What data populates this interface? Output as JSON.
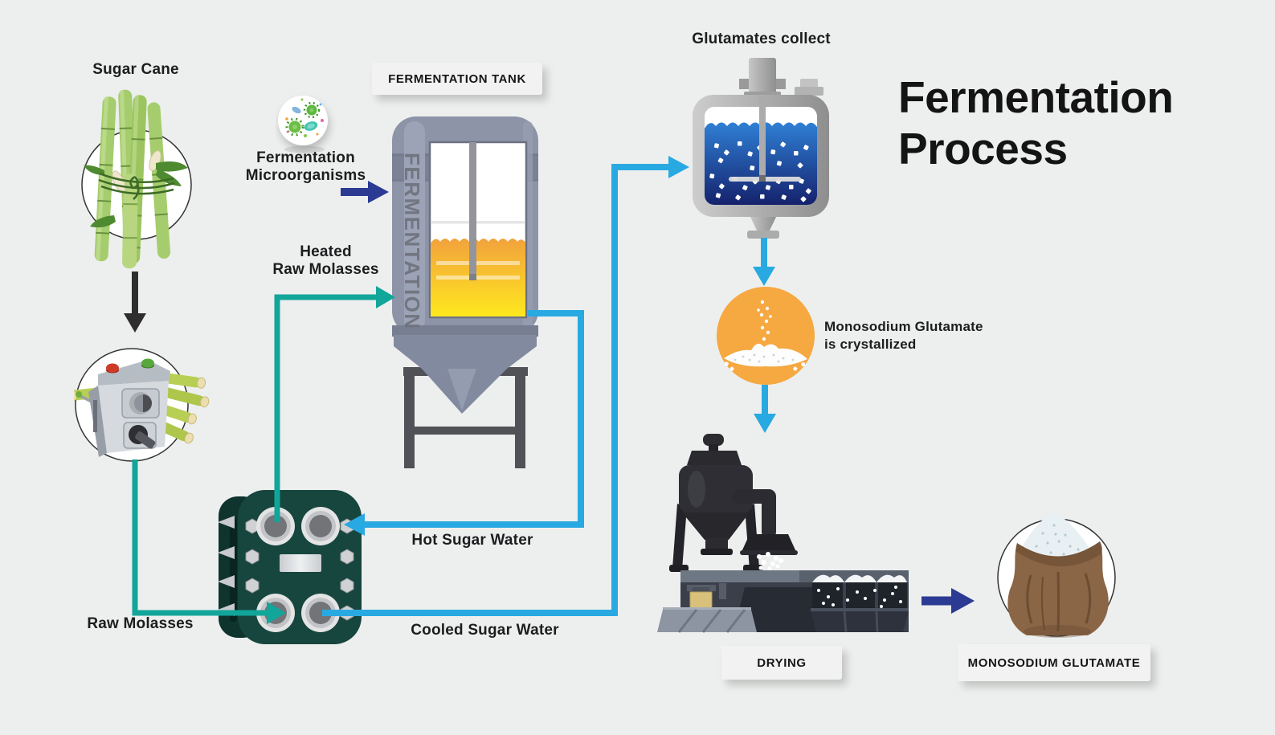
{
  "title": "Fermentation Process",
  "badges": {
    "fermentation_tank": "FERMENTATION TANK",
    "drying": "DRYING",
    "monosodium_glutamate": "MONOSODIUM GLUTAMATE"
  },
  "labels": {
    "sugar_cane": "Sugar Cane",
    "microorganisms_line1": "Fermentation",
    "microorganisms_line2": "Microorganisms",
    "glutamates_collect": "Glutamates collect",
    "heated_line1": "Heated",
    "heated_line2": "Raw Molasses",
    "hot_sugar_water": "Hot Sugar Water",
    "cooled_sugar_water": "Cooled Sugar Water",
    "raw_molasses": "Raw Molasses",
    "crystallized_line1": "Monosodium Glutamate",
    "crystallized_line2": "is crystallized",
    "tank_watermark": "FERMENTATION"
  },
  "colors": {
    "background": "#edefee",
    "text": "#1d1d1f",
    "flow_cyan": "#29a9e1",
    "flow_teal": "#12a59a",
    "flow_navy": "#2b3a92",
    "flow_black": "#2e2e2e",
    "crystallizer_orange": "#f6a841",
    "exchanger_green": "#16463e",
    "tank_gray": "#8d94a8",
    "liquid_yellow": "#ffe51f",
    "liquid_blue_dark": "#15226d",
    "sack_brown": "#8a6546",
    "badge_bg": "#f2f2f3"
  }
}
